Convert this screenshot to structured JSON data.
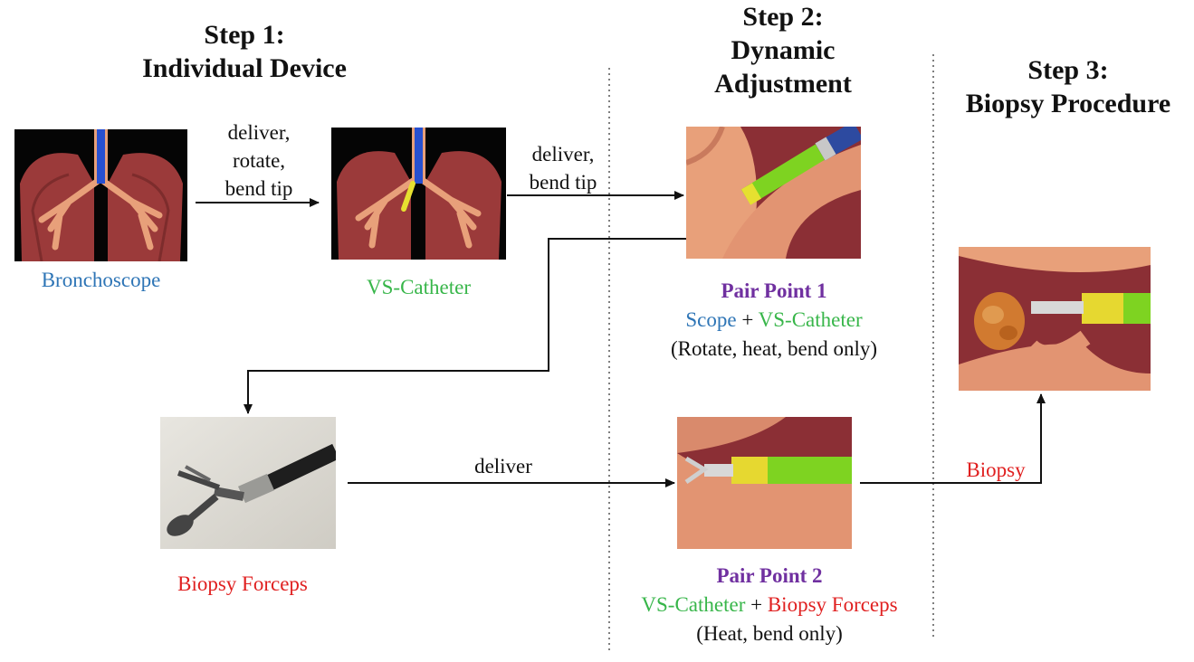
{
  "headings": {
    "step1": [
      "Step 1:",
      "Individual Device"
    ],
    "step2": [
      "Step 2:",
      "Dynamic",
      "Adjustment"
    ],
    "step3": [
      "Step 3:",
      "Biopsy Procedure"
    ]
  },
  "devices": {
    "bronchoscope": "Bronchoscope",
    "vs_catheter": "VS-Catheter",
    "biopsy_forceps": "Biopsy Forceps"
  },
  "arrow_labels": {
    "a1": [
      "deliver,",
      "rotate,",
      "bend tip"
    ],
    "a2": [
      "deliver,",
      "bend tip"
    ],
    "a3": "deliver",
    "a4": "Biopsy"
  },
  "pair_point_1": {
    "title": "Pair Point 1",
    "part_a": "Scope",
    "plus": " + ",
    "part_b": "VS-Catheter",
    "note": "(Rotate, heat, bend only)"
  },
  "pair_point_2": {
    "title": "Pair Point 2",
    "part_a": "VS-Catheter",
    "plus": " + ",
    "part_b": "Biopsy Forceps",
    "note": "(Heat, bend only)"
  },
  "colors": {
    "scope_blue": "#2e75b6",
    "catheter_green": "#38b64a",
    "forceps_red": "#e02020",
    "pair_purple": "#7030a0",
    "lung_red": "#9b3a3a",
    "airway_tan": "#e8a07a"
  }
}
